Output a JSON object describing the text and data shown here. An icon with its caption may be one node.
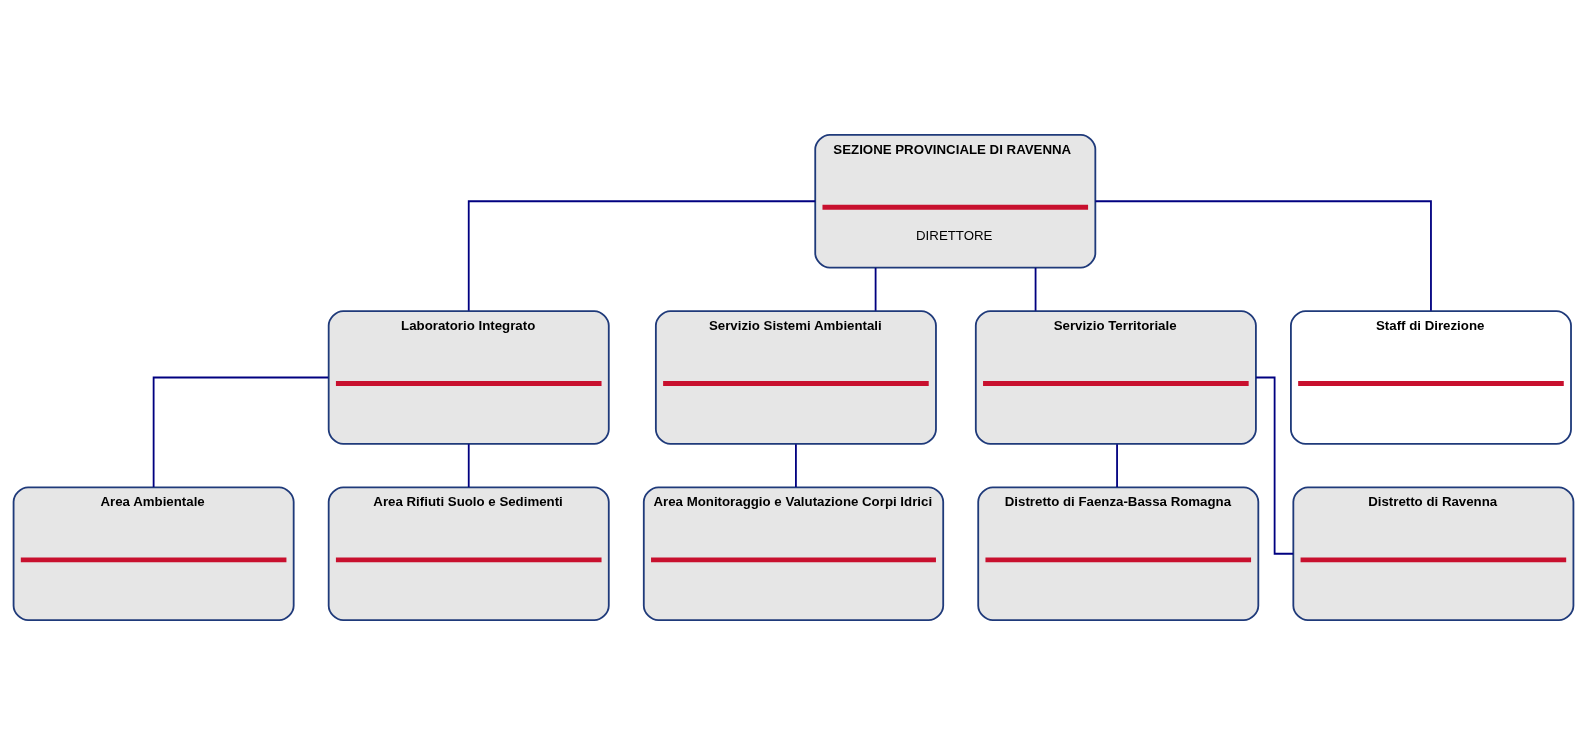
{
  "diagram": {
    "nodes": [
      {
        "text": [
          "SEZIONE PROVINCIALE DI RAVENNA",
          "DIRETTORE"
        ]
      },
      {
        "text": [
          "Laboratorio Integrato"
        ]
      },
      {
        "text": [
          "Servizio Sistemi Ambientali"
        ]
      },
      {
        "text": [
          "Servizio Territoriale"
        ]
      },
      {
        "text": [
          "Staff di Direzione"
        ]
      },
      {
        "text": [
          "Area Ambientale"
        ]
      },
      {
        "text": [
          "Area Rifiuti Suolo e Sedimenti"
        ]
      },
      {
        "text": [
          "Area Monitoraggio e Valutazione Corpi Idrici"
        ]
      },
      {
        "text": [
          "Distretto di Faenza-Bassa Romagna"
        ]
      },
      {
        "text": [
          "Distretto di Ravenna"
        ]
      }
    ],
    "edges": [
      {
        "from": 0,
        "to": 1,
        "arrow": "none"
      },
      {
        "from": 0,
        "to": 2,
        "arrow": "none"
      },
      {
        "from": 0,
        "to": 3,
        "arrow": "none"
      },
      {
        "from": 0,
        "to": 4,
        "arrow": "none"
      },
      {
        "from": 1,
        "to": 5,
        "arrow": "none"
      },
      {
        "from": 1,
        "to": 6,
        "arrow": "none"
      },
      {
        "from": 2,
        "to": 7,
        "arrow": "none"
      },
      {
        "from": 3,
        "to": 8,
        "arrow": "none"
      },
      {
        "from": 3,
        "to": 9,
        "arrow": "none"
      }
    ]
  }
}
